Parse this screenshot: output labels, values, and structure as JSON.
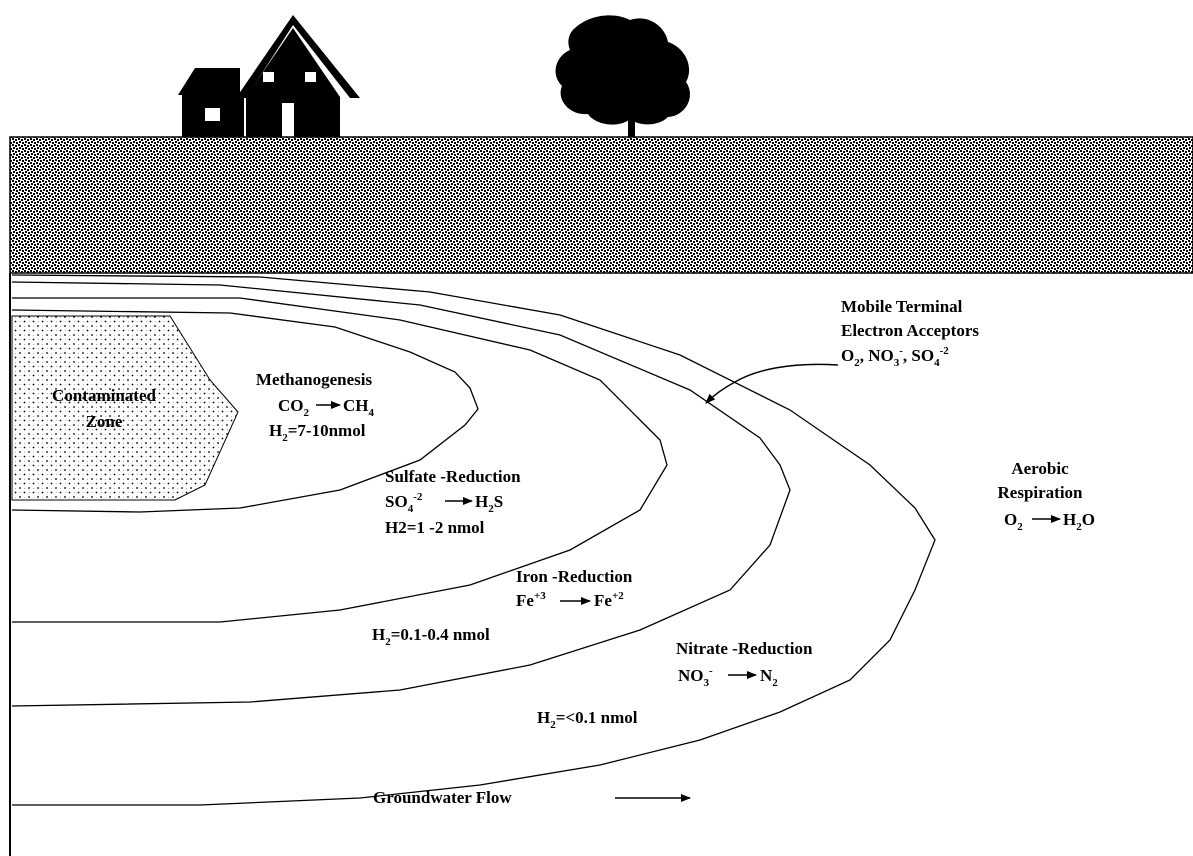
{
  "zones": {
    "contaminated_line1": "Contaminated",
    "contaminated_line2": "Zone",
    "methanogenesis": {
      "title": "Methanogenesis",
      "reaction_from": "CO",
      "reaction_from_sub": "2",
      "reaction_to": "CH",
      "reaction_to_sub": "4",
      "h2_prefix": "H",
      "h2_sub": "2",
      "h2_value": "=7-10nmol"
    },
    "sulfate_reduction": {
      "title": "Sulfate -Reduction",
      "reaction_from": "SO",
      "reaction_from_sub": "4",
      "reaction_from_sup": "-2",
      "reaction_to": "H",
      "reaction_to_sub": "2",
      "reaction_to_rest": "S",
      "h2_text": "H2=1 -2 nmol"
    },
    "iron_reduction": {
      "title": "Iron -Reduction",
      "reaction_from": "Fe",
      "reaction_from_sup": "+3",
      "reaction_to": "Fe",
      "reaction_to_sup": "+2",
      "h2_prefix": "H",
      "h2_sub": "2",
      "h2_value": "=0.1-0.4 nmol"
    },
    "nitrate_reduction": {
      "title": "Nitrate -Reduction",
      "reaction_from": "NO",
      "reaction_from_sub": "3",
      "reaction_from_sup": "-",
      "reaction_to": "N",
      "reaction_to_sub": "2",
      "h2_prefix": "H",
      "h2_sub": "2",
      "h2_value": "=<0.1 nmol"
    },
    "aerobic": {
      "title_line1": "Aerobic",
      "title_line2": "Respiration",
      "reaction_from": "O",
      "reaction_from_sub": "2",
      "reaction_to": "H",
      "reaction_to_sub": "2",
      "reaction_to_rest": "O"
    }
  },
  "callout": {
    "line1": "Mobile Terminal",
    "line2": "Electron Acceptors",
    "o": "O",
    "o_sub": "2",
    "sep1": ", NO",
    "no_sub": "3",
    "no_sup": "-",
    "sep2": ", SO",
    "so_sub": "4",
    "so_sup": "-2"
  },
  "flow_label": "Groundwater Flow",
  "icons": [
    "house-icon",
    "tree-icon"
  ],
  "colors": {
    "ink": "#000000",
    "background": "#ffffff"
  }
}
